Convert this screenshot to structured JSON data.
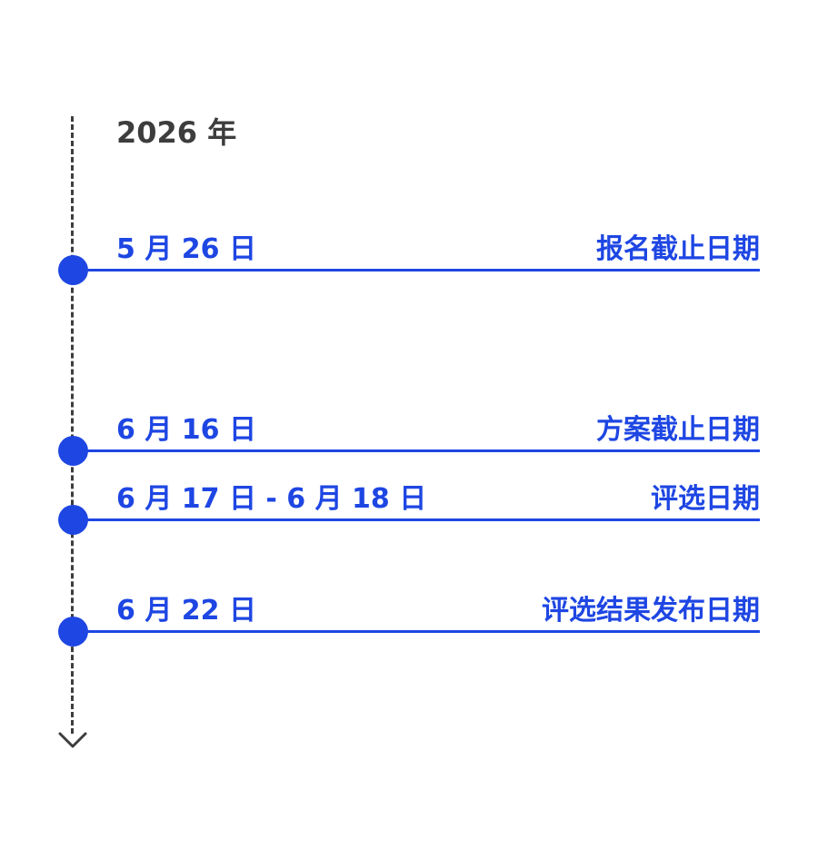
{
  "timeline": {
    "year": "2026 年",
    "accent_color": "#1e46e3",
    "axis_color": "#3d3d3d",
    "events": [
      {
        "date": "5 月 26 日",
        "label": "报名截止日期"
      },
      {
        "date": "6 月 16 日",
        "label": "方案截止日期"
      },
      {
        "date": "6 月 17 日 - 6 月 18 日",
        "label": "评选日期"
      },
      {
        "date": "6 月 22 日",
        "label": "评选结果发布日期"
      }
    ]
  }
}
